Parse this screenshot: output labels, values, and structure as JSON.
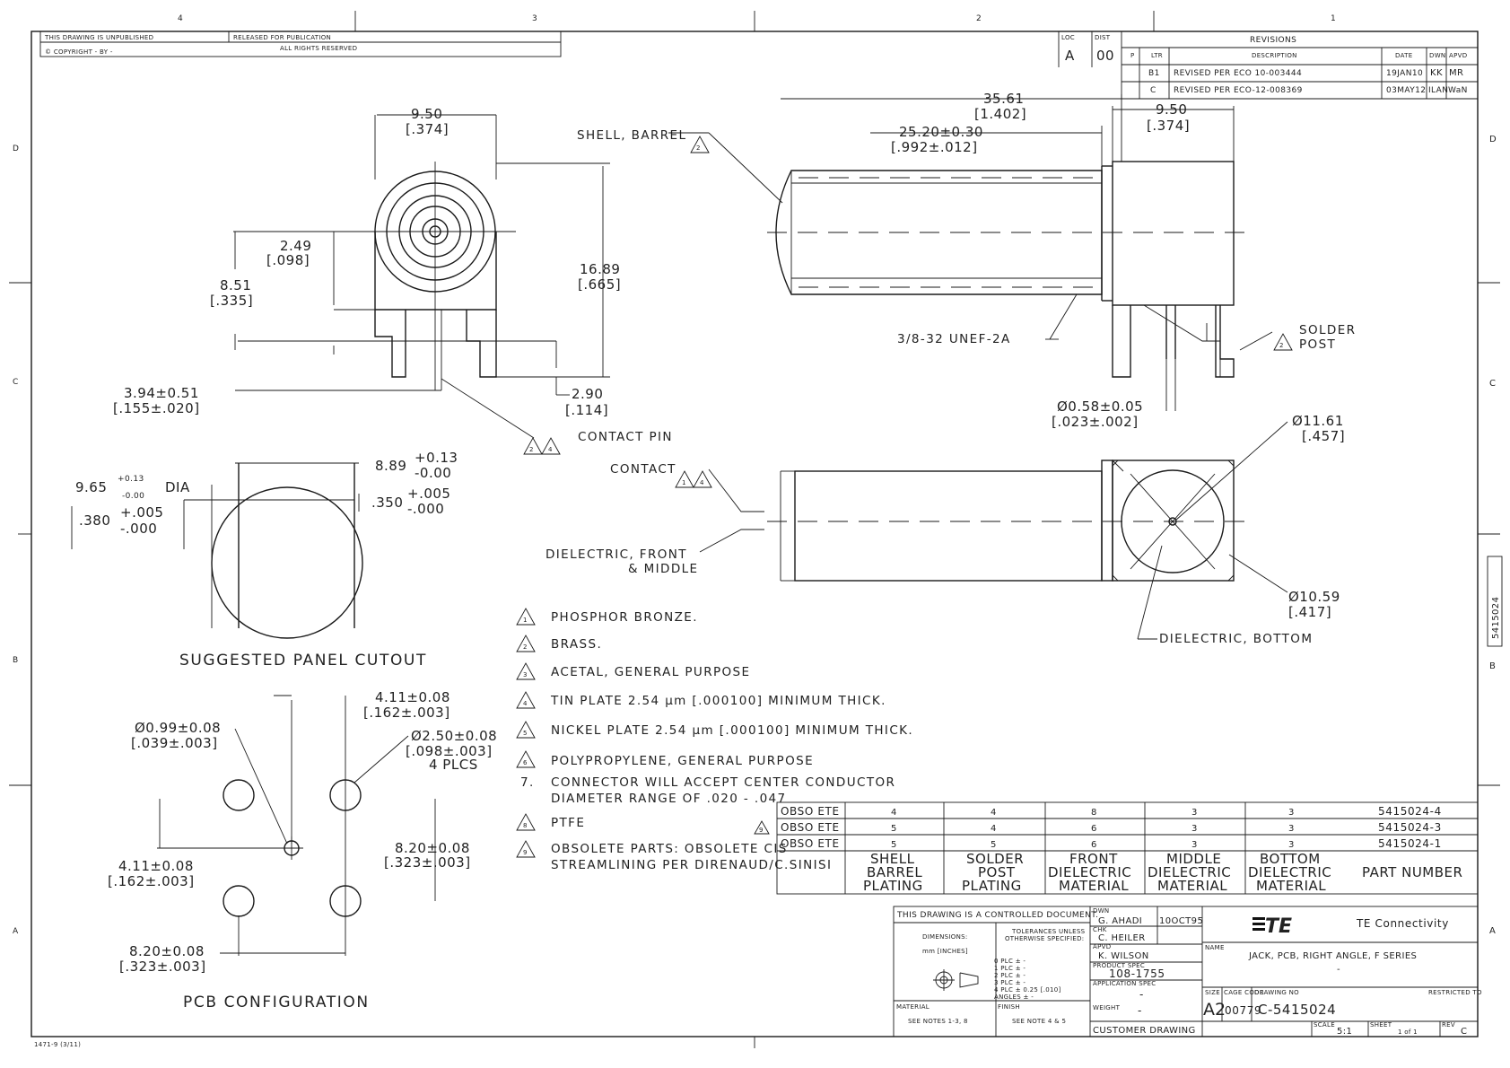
{
  "zones": {
    "top": [
      "4",
      "3",
      "2",
      "1"
    ],
    "left": [
      "D",
      "C",
      "B",
      "A"
    ],
    "right": [
      "D",
      "C",
      "B",
      "A"
    ]
  },
  "header": {
    "unpublished": "THIS DRAWING IS UNPUBLISHED",
    "copyright": "© COPYRIGHT  -   BY -",
    "released": "RELEASED FOR PUBLICATION",
    "rights": "ALL RIGHTS RESERVED"
  },
  "revisions": {
    "title": "REVISIONS",
    "loc_label": "LOC",
    "dist_label": "DIST",
    "loc_value": "A",
    "dist_value": "00",
    "p_label": "P",
    "ltr_label": "LTR",
    "desc_label": "DESCRIPTION",
    "date_label": "DATE",
    "dwn_label": "DWN",
    "apvd_label": "APVD",
    "rows": [
      {
        "ltr": "B1",
        "desc": "REVISED PER ECO 10-003444",
        "date": "19JAN10",
        "dwn": "KK",
        "apvd": "MR"
      },
      {
        "ltr": "C",
        "desc": "REVISED PER ECO-12-008369",
        "date": "03MAY12",
        "dwn": "ILAN",
        "apvd": "WaN"
      }
    ]
  },
  "front_view": {
    "width_mm": "9.50",
    "width_in": "[.374]",
    "pin_offset_mm": "2.49",
    "pin_offset_in": "[.098]",
    "leg_height_mm": "8.51",
    "leg_height_in": "[.335]",
    "height_mm": "16.89",
    "height_in": "[.665]",
    "standoff_mm": "2.90",
    "standoff_in": "[.114]",
    "pin_len_mm": "3.94±0.51",
    "pin_len_in": "[.155±.020]",
    "contact_pin": "CONTACT PIN",
    "shell_barrel": "SHELL, BARREL"
  },
  "side_view": {
    "overall_mm": "35.61",
    "overall_in": "[1.402]",
    "barrel_mm": "25.20±0.30",
    "barrel_in": "[.992±.012]",
    "flange_mm": "9.50",
    "flange_in": "[.374]",
    "thread": "3/8-32 UNEF-2A",
    "solder_post_1": "SOLDER",
    "solder_post_2": "POST",
    "post_dia_mm": "Ø0.58±0.05",
    "post_dia_in": "[.023±.002]"
  },
  "end_view": {
    "dia_outer_mm": "Ø11.61",
    "dia_outer_in": "[.457]",
    "dia_inner_mm": "Ø10.59",
    "dia_inner_in": "[.417]",
    "contact": "CONTACT",
    "dielectric_front_1": "DIELECTRIC, FRONT",
    "dielectric_front_2": "& MIDDLE",
    "dielectric_bottom": "DIELECTRIC, BOTTOM"
  },
  "panel_cutout": {
    "title": "SUGGESTED PANEL CUTOUT",
    "dia_mm": "9.65",
    "dia_tol_plus": "+0.13",
    "dia_tol_minus": "-0.00",
    "dia_label": "DIA",
    "dia_in": ".380",
    "dia_in_plus": "+.005",
    "dia_in_minus": "-.000",
    "flat_mm": "8.89",
    "flat_tol_plus": "+0.13",
    "flat_tol_minus": "-0.00",
    "flat_in": ".350",
    "flat_in_plus": "+.005",
    "flat_in_minus": "-.000"
  },
  "pcb": {
    "title": "PCB CONFIGURATION",
    "pin_hole_mm": "Ø0.99±0.08",
    "pin_hole_in": "[.039±.003]",
    "post_hole_mm": "Ø2.50±0.08",
    "post_hole_in": "[.098±.003]",
    "post_hole_count": "4 PLCS",
    "top_offset_mm": "4.11±0.08",
    "top_offset_in": "[.162±.003]",
    "left_offset_mm": "4.11±0.08",
    "left_offset_in": "[.162±.003]",
    "vspan_mm": "8.20±0.08",
    "vspan_in": "[.323±.003]",
    "hspan_mm": "8.20±0.08",
    "hspan_in": "[.323±.003]"
  },
  "notes": [
    {
      "num": "1",
      "text": "PHOSPHOR BRONZE."
    },
    {
      "num": "2",
      "text": "BRASS."
    },
    {
      "num": "3",
      "text": "ACETAL, GENERAL PURPOSE"
    },
    {
      "num": "4",
      "text": "TIN PLATE 2.54 µm [.000100] MINIMUM THICK."
    },
    {
      "num": "5",
      "text": "NICKEL PLATE 2.54 µm [.000100] MINIMUM THICK."
    },
    {
      "num": "6",
      "text": "POLYPROPYLENE, GENERAL PURPOSE"
    },
    {
      "num": "7.",
      "text": "CONNECTOR WILL ACCEPT CENTER CONDUCTOR",
      "text2": "DIAMETER RANGE OF .020 - .047"
    },
    {
      "num": "8",
      "text": "PTFE"
    },
    {
      "num": "9",
      "text": "OBSOLETE PARTS: OBSOLETE CIS",
      "text2": "STREAMLINING PER DIRENAUD/C.SINISI"
    }
  ],
  "material_table": {
    "headers": [
      [
        "SHELL",
        "BARREL",
        "PLATING"
      ],
      [
        "SOLDER",
        "POST",
        "PLATING"
      ],
      [
        "FRONT",
        "DIELECTRIC",
        "MATERIAL"
      ],
      [
        "MIDDLE",
        "DIELECTRIC",
        "MATERIAL"
      ],
      [
        "BOTTOM",
        "DIELECTRIC",
        "MATERIAL"
      ],
      [
        "PART NUMBER"
      ]
    ],
    "rows": [
      {
        "status": "OBSO ETE",
        "shell": "4",
        "post": "4",
        "front": "8",
        "middle": "3",
        "bottom": "3",
        "part": "5415024-4"
      },
      {
        "status": "OBSO ETE",
        "shell": "5",
        "post": "4",
        "front": "6",
        "middle": "3",
        "bottom": "3",
        "part": "5415024-3"
      },
      {
        "status": "OBSO ETE",
        "shell": "5",
        "post": "5",
        "front": "6",
        "middle": "3",
        "bottom": "3",
        "part": "5415024-1"
      }
    ],
    "obsolete_flag": "9"
  },
  "title_block": {
    "controlled": "THIS DRAWING IS A CONTROLLED DOCUMENT.",
    "dwn_label": "DWN",
    "dwn_name": "G. AHADI",
    "dwn_date": "10OCT95",
    "chk_label": "CHK",
    "chk_name": "C. HEILER",
    "appvd_label": "APVD",
    "appvd_name": "K. WILSON",
    "product_spec_label": "PRODUCT SPEC",
    "product_spec": "108-1755",
    "application_spec_label": "APPLICATION SPEC",
    "application_spec": "-",
    "dimensions_label": "DIMENSIONS:",
    "dimensions_value": "mm [INCHES]",
    "tolerances_1": "TOLERANCES UNLESS",
    "tolerances_2": "OTHERWISE SPECIFIED:",
    "tol_rows": [
      "0 PLC  ±  -",
      "1 PLC  ±  -",
      "2 PLC  ±  -",
      "3 PLC  ±  -",
      "4 PLC  ±  0.25 [.010]",
      "ANGLES  ±  -"
    ],
    "material_label": "MATERIAL",
    "material_value": "SEE NOTES 1-3, 8",
    "finish_label": "FINISH",
    "finish_value": "SEE NOTE 4 & 5",
    "weight_label": "WEIGHT",
    "weight_value": "-",
    "customer_drawing": "CUSTOMER DRAWING",
    "company_logo_text": "TE",
    "company": "TE Connectivity",
    "name_label": "NAME",
    "name_line1": "JACK, PCB, RIGHT ANGLE, F SERIES",
    "name_line2": "-",
    "size_label": "SIZE",
    "size": "A2",
    "cage_label": "CAGE CODE",
    "cage": "00779",
    "dwg_label": "DRAWING NO",
    "dwg": "C-5415024",
    "restricted_label": "RESTRICTED TO",
    "scale_label": "SCALE",
    "scale": "5:1",
    "sheet_label": "SHEET",
    "sheet": "1 of 1",
    "rev_label": "REV",
    "rev": "C"
  },
  "side_tab": "5415024",
  "form_number": "1471-9 (3/11)"
}
